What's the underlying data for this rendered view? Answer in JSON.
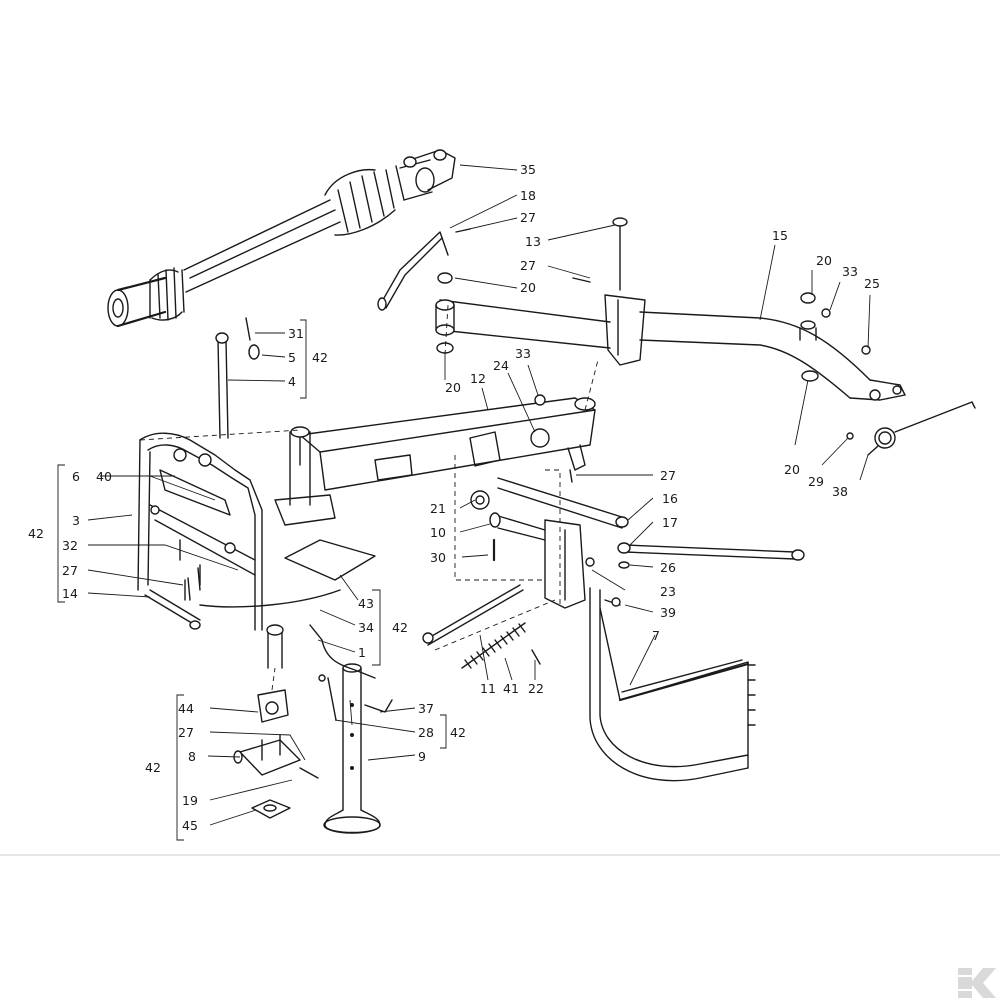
{
  "diagram": {
    "callouts": [
      "35",
      "18",
      "27",
      "13",
      "15",
      "27",
      "20",
      "20",
      "33",
      "25",
      "31",
      "5",
      "42",
      "4",
      "20",
      "12",
      "24",
      "33",
      "20",
      "29",
      "38",
      "27",
      "6",
      "40",
      "21",
      "16",
      "17",
      "3",
      "42",
      "10",
      "32",
      "30",
      "26",
      "27",
      "23",
      "14",
      "43",
      "39",
      "34",
      "42",
      "7",
      "1",
      "11",
      "41",
      "22",
      "44",
      "37",
      "27",
      "28",
      "42",
      "8",
      "9",
      "42",
      "19",
      "45"
    ],
    "brand_mark": "K"
  }
}
